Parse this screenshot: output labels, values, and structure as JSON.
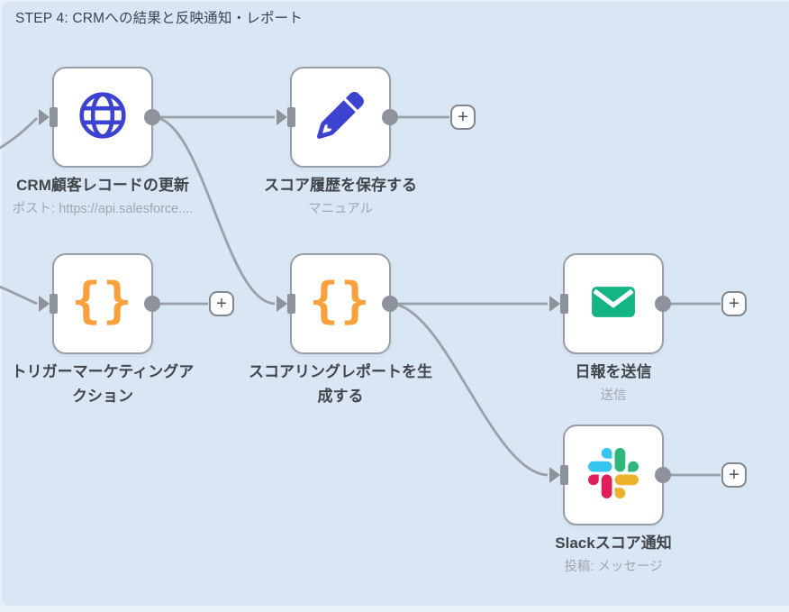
{
  "sticky": {
    "title": "STEP 4: CRMへの結果と反映通知・レポート",
    "color": "#d9e6f4"
  },
  "nodes": [
    {
      "label": "CRM顧客レコードの更新",
      "subtitle": "ポスト: https://api.salesforce....",
      "icon": "globe-icon",
      "icon_color": "#3d43d0"
    },
    {
      "label": "スコア履歴を保存する",
      "subtitle": "マニュアル",
      "icon": "pencil-icon",
      "icon_color": "#3d43d0"
    },
    {
      "label": "トリガーマーケティングア\nクション",
      "subtitle": "",
      "icon": "braces-icon",
      "icon_color": "#f9a13c"
    },
    {
      "label": "スコアリングレポートを生\n成する",
      "subtitle": "",
      "icon": "braces-icon",
      "icon_color": "#f9a13c"
    },
    {
      "label": "日報を送信",
      "subtitle": "送信",
      "icon": "envelope-icon",
      "icon_color": "#12b583"
    },
    {
      "label": "Slackスコア通知",
      "subtitle": "投稿: メッセージ",
      "icon": "slack-icon",
      "icon_color": "multi"
    }
  ],
  "icons": {
    "plus": "+",
    "braces": "{}"
  },
  "colors": {
    "canvas_bg": "#e9f0f8",
    "sticky_bg": "#d9e6f4",
    "node_border": "#999da6",
    "edge": "#9aa0a8",
    "port": "#8d929b",
    "label": "#41464d",
    "subtitle": "#a0a7b0",
    "blue_icon": "#3d43d0",
    "green_icon": "#12b583",
    "orange_icon": "#f9a13c",
    "slack_blue": "#36C5F0",
    "slack_green": "#2EB67D",
    "slack_red": "#E01E5A",
    "slack_yellow": "#ECB22C"
  }
}
